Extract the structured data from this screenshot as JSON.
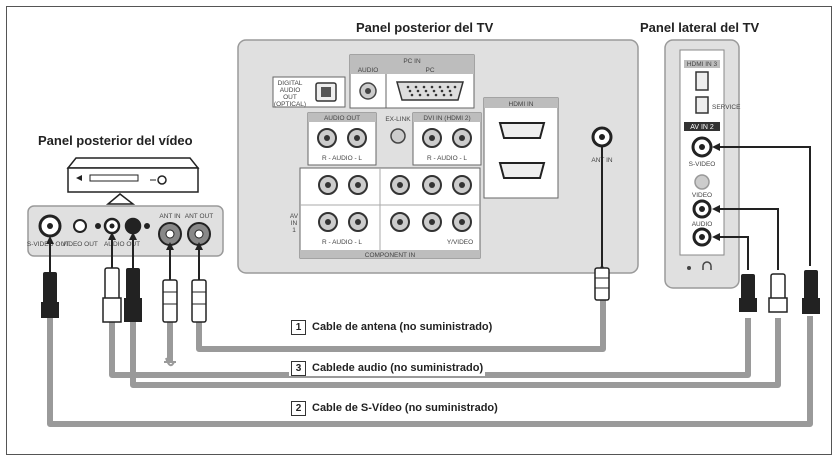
{
  "titles": {
    "tv_rear": "Panel posterior del TV",
    "tv_side": "Panel lateral del TV",
    "vcr_rear": "Panel posterior del vídeo"
  },
  "cables": [
    {
      "number": "1",
      "label": "Cable de antena (no suministrado)"
    },
    {
      "number": "3",
      "label": "Cablede audio (no suministrado)"
    },
    {
      "number": "2",
      "label": "Cable de S-Vídeo (no suministrado)"
    }
  ],
  "tv_rear_labels": {
    "pc_in": "PC IN",
    "audio": "AUDIO",
    "pc": "PC",
    "digital_audio_out": [
      "DIGITAL",
      "AUDIO",
      "OUT",
      "(OPTICAL)"
    ],
    "audio_out": "AUDIO OUT",
    "ex_link": "EX-LINK",
    "dvi_in": "DVI IN (HDMI 2)",
    "hdmi_in": "HDMI IN",
    "audio_rl": "R - AUDIO - L",
    "component_in": "COMPONENT IN",
    "av_in": [
      "AV",
      "IN",
      "1"
    ],
    "ant_in": "ANT IN",
    "y_video": "Y/VIDEO"
  },
  "tv_side_labels": {
    "hdmi3": "HDMI IN 3",
    "service": "SERVICE",
    "av_in2": "AV IN 2",
    "s_video": "S-VIDEO",
    "video": "VIDEO",
    "audio": "AUDIO"
  },
  "vcr_labels": {
    "s_video_out": "S-VIDEO OUT",
    "video_out": "VIDEO OUT",
    "audio_out": "AUDIO OUT",
    "ant_in": "ANT IN",
    "ant_out": "ANT OUT"
  },
  "colors": {
    "cable": "#9a9a9a",
    "panel": "#e0e0e0",
    "arrow": "#222222"
  }
}
